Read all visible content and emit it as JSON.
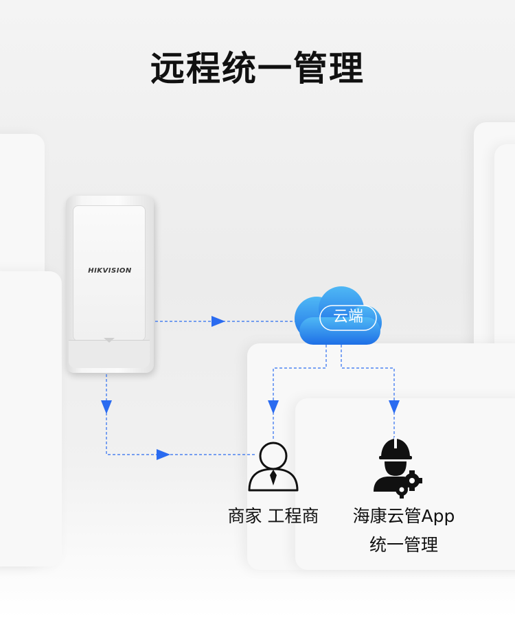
{
  "title": "远程统一管理",
  "device": {
    "brand": "HIKVISION"
  },
  "cloud": {
    "label": "云端"
  },
  "dealer": {
    "label": "商家 工程商"
  },
  "app": {
    "line1": "海康云管App",
    "line2": "统一管理"
  },
  "colors": {
    "arrow": "#2a6bf0",
    "cloud_top": "#4fb8f5",
    "cloud_bottom": "#1e6fe6",
    "icon": "#111111"
  },
  "icons": [
    "person-icon",
    "engineer-gear-icon",
    "cloud-icon",
    "arrow-icon"
  ]
}
